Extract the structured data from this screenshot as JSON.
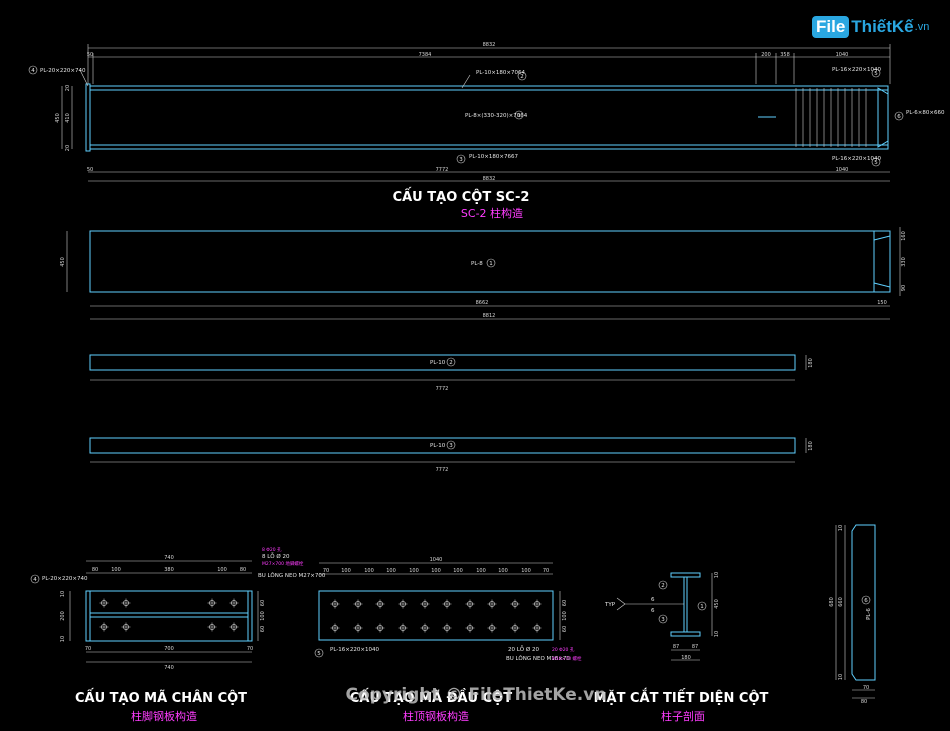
{
  "logo": {
    "part1": "File",
    "part2": "ThiếtKế",
    "part3": ".vn"
  },
  "watermark": "Copyright © FileThietKe.vn",
  "sections": {
    "column": {
      "title": "CẤU TẠO CỘT SC-2",
      "subtitle": "SC-2 柱构造"
    },
    "base_plate": {
      "title": "CẤU TẠO MÃ CHÂN CỘT",
      "subtitle": "柱脚钢板构造"
    },
    "head_plate": {
      "title": "CẤU TẠO MÃ ĐẦU CỘT",
      "subtitle": "柱顶钢板构造"
    },
    "section_cut": {
      "title": "MẶT CẮT TIẾT DIỆN CỘT",
      "subtitle": "柱子剖面"
    }
  },
  "column_view": {
    "dims_top": {
      "overall": "8832",
      "a": "50",
      "b": "7384",
      "c": "200",
      "d": "358",
      "e": "1040"
    },
    "dims_bottom": {
      "a": "50",
      "b": "7772",
      "c": "1040",
      "overall": "8832"
    },
    "dims_left": {
      "a": "20",
      "b": "410",
      "c": "20",
      "total": "450"
    },
    "labels": {
      "pl_base": "PL-20×220×740",
      "pl_flange_top": "PL-10×180×7064",
      "pl_web": "PL-8×(330-320)×7064",
      "pl_flange_bot": "PL-10×180×7667",
      "pl_cap_top": "PL-16×220×1040",
      "pl_cap_bot": "PL-16×220×1040",
      "pl_stiff": "PL-6×80×660"
    },
    "marks": {
      "m1": "1",
      "m2": "2",
      "m3": "3",
      "m4": "4",
      "m5": "5",
      "m5b": "5",
      "m6": "6"
    }
  },
  "web_plate": {
    "label": "PL-8",
    "mark": "1",
    "dims": {
      "height": "450",
      "length": "8662",
      "end": "150",
      "overall": "8812",
      "r1": "160",
      "r2": "330",
      "r3": "90"
    }
  },
  "flange_2": {
    "label": "PL-10",
    "mark": "2",
    "length": "7772",
    "width": "180"
  },
  "flange_3": {
    "label": "PL-10",
    "mark": "3",
    "length": "7772",
    "width": "180"
  },
  "base_detail": {
    "label": "PL-20×220×740",
    "mark": "4",
    "dims_top": [
      "80",
      "100",
      "380",
      "100",
      "80"
    ],
    "dim_top_total": "740",
    "dims_bottom": [
      "70",
      "700",
      "70"
    ],
    "dim_bottom_total": "740",
    "dims_left": [
      "10",
      "200",
      "10"
    ],
    "dims_right": [
      "60",
      "100",
      "60"
    ],
    "note_lines": [
      "8 LỖ Ø 20",
      "BU LÔNG NEO M27×700"
    ],
    "note_mag": [
      "8 Φ20 孔",
      "M27×700 地脚螺栓"
    ]
  },
  "head_detail": {
    "label": "PL-16×220×1040",
    "mark": "5",
    "dims_top": [
      "70",
      "100",
      "100",
      "100",
      "100",
      "100",
      "100",
      "100",
      "100",
      "100",
      "70"
    ],
    "dim_top_total": "1040",
    "dims_right": [
      "60",
      "100",
      "60"
    ],
    "note_lines": [
      "20 LỖ Ø 20",
      "BU LÔNG NEO M18×70"
    ],
    "note_mag": [
      "20 Φ20 孔",
      "M18×70 螺栓"
    ]
  },
  "section_detail": {
    "typ": "TYP",
    "weld": "6",
    "marks": {
      "m1": "1",
      "m2": "2",
      "m3": "3",
      "w1": "6",
      "w2": "6"
    },
    "dims_right": [
      "10",
      "450",
      "10"
    ],
    "dims_bottom": [
      "87",
      "87"
    ],
    "dim_bottom_total": "180"
  },
  "stiffener_detail": {
    "label": "PL-6",
    "mark": "6",
    "dims_left": [
      "10",
      "660",
      "10"
    ],
    "dim_left_total": "680",
    "dims_bottom": [
      "70"
    ],
    "dim_bottom_total": "80"
  }
}
